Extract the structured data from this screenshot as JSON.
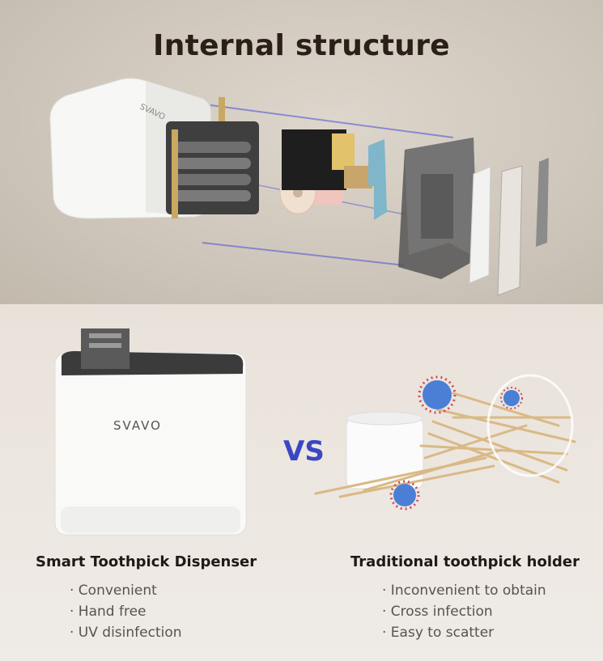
{
  "header": {
    "title": "Internal structure"
  },
  "product": {
    "brand_label": "SVAVO"
  },
  "comparison": {
    "vs_label": "VS",
    "left": {
      "title": "Smart Toothpick Dispenser",
      "bullets": [
        "· Convenient",
        "· Hand free",
        "· UV disinfection"
      ]
    },
    "right": {
      "title": "Traditional toothpick holder",
      "bullets": [
        "· Inconvenient to obtain",
        "· Cross infection",
        "· Easy to scatter"
      ]
    }
  },
  "colors": {
    "vs": "#3a47c2",
    "title": "#2a2019",
    "bullet_text": "#5a524c",
    "beam": "#4b4fd6"
  }
}
